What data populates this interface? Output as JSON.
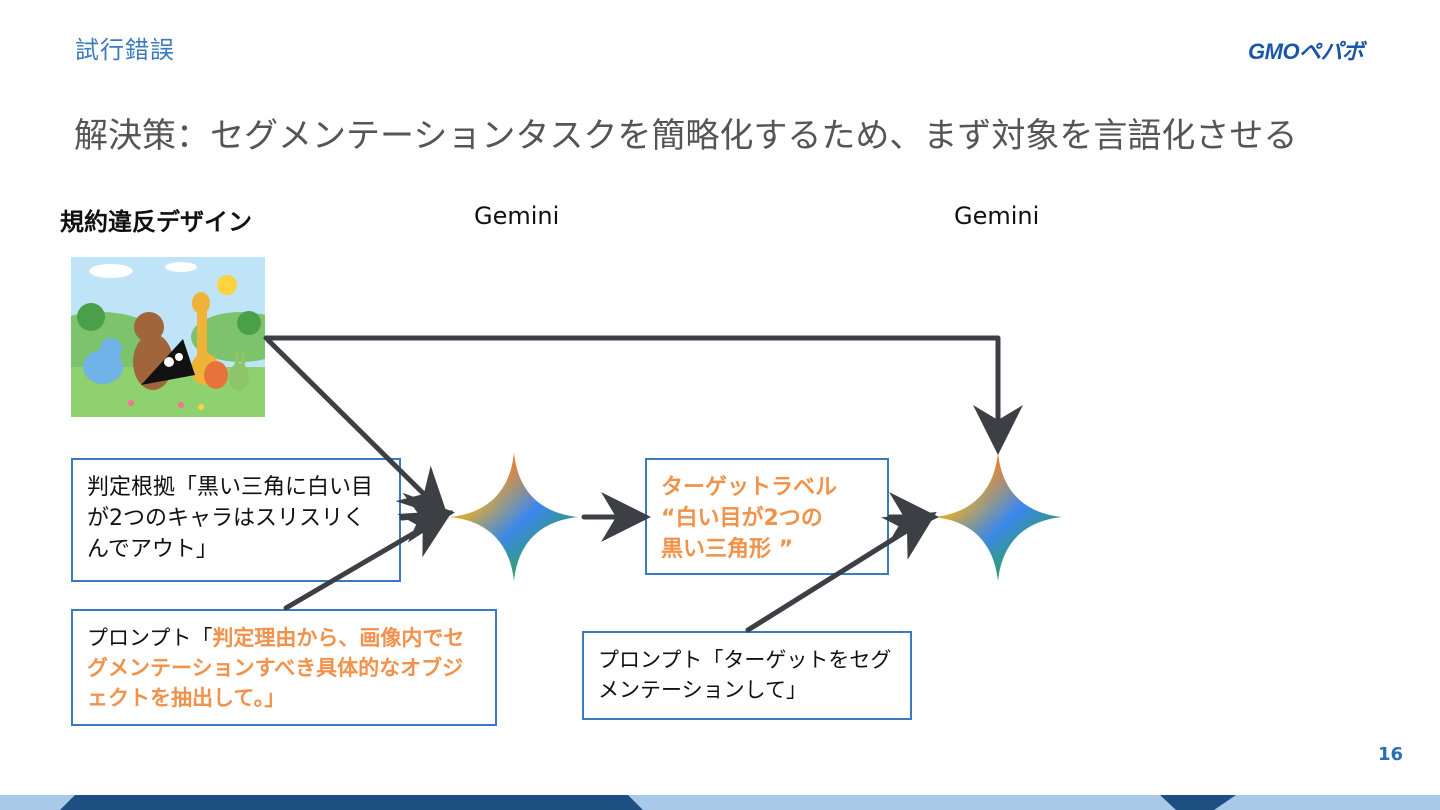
{
  "header": {
    "section_label": "試行錯誤",
    "logo_text": "GMOペパボ"
  },
  "slide": {
    "title": "解決策：セグメンテーションタスクを簡略化するため、まず対象を言語化させる",
    "page_number": "16"
  },
  "columns": {
    "input_heading": "規約違反デザイン",
    "model1_heading": "Gemini",
    "model2_heading": "Gemini"
  },
  "boxes": {
    "reason": "判定根拠「黒い三角に白い目が2つのキャラはスリスリくんでアウト」",
    "prompt1_prefix": "プロンプト「",
    "prompt1_emphasis": "判定理由から、画像内でセグメンテーションすべき具体的なオブジェクトを抽出して。」",
    "target_label": "ターゲットラベル “白い目が2つの 黒い三角形 ”",
    "prompt2": "プロンプト「ターゲットをセグメンテーションして」"
  },
  "icons": {
    "model1": "gemini-star-icon",
    "model2": "gemini-star-icon",
    "input": "illustration-image"
  },
  "colors": {
    "accent_blue": "#3a7bc0",
    "emphasis_orange": "#f2924a",
    "arrow_gray": "#3c3f44",
    "footer_dark": "#1d4f82",
    "footer_light": "#a8c9e8"
  }
}
